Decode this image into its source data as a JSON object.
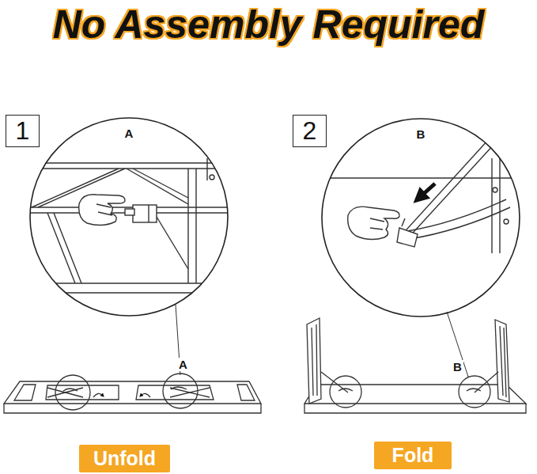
{
  "diagram": {
    "title": "No Assembly Required",
    "nodes": [
      {
        "text": [
          "1"
        ]
      },
      {
        "text": [
          "A"
        ]
      },
      {
        "text": [
          "2"
        ]
      },
      {
        "text": [
          "B"
        ]
      },
      {
        "text": [
          "Unfold"
        ]
      },
      {
        "text": [
          "Fold"
        ]
      }
    ],
    "labels": [
      "A",
      "B"
    ]
  }
}
